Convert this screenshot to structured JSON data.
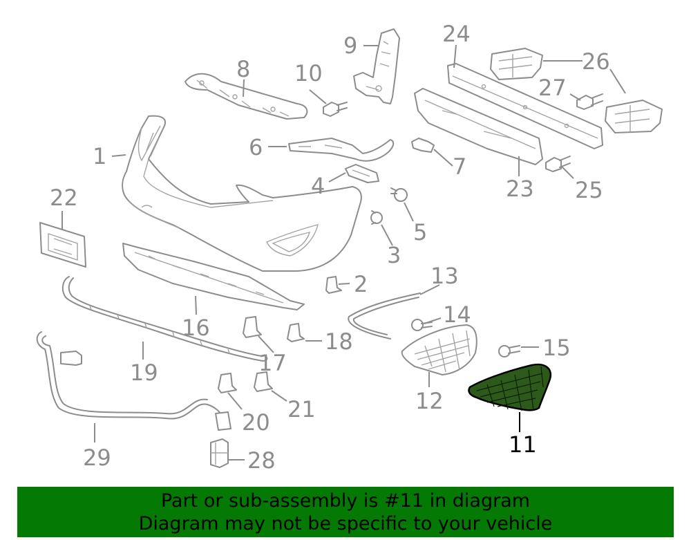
{
  "diagram": {
    "highlighted_part": "11",
    "callouts": [
      "1",
      "2",
      "3",
      "4",
      "5",
      "6",
      "7",
      "8",
      "9",
      "10",
      "11",
      "12",
      "13",
      "14",
      "15",
      "16",
      "17",
      "18",
      "19",
      "20",
      "21",
      "22",
      "23",
      "24",
      "25",
      "26",
      "27",
      "28",
      "29"
    ],
    "colors": {
      "parts": "#8c8c8c",
      "highlight_fill": "#2d5a1a",
      "highlight_outline": "#000000"
    }
  },
  "banner": {
    "line1": "Part or sub-assembly is #11 in diagram",
    "line2": "Diagram may not be specific to your vehicle",
    "background": "#047a05"
  }
}
